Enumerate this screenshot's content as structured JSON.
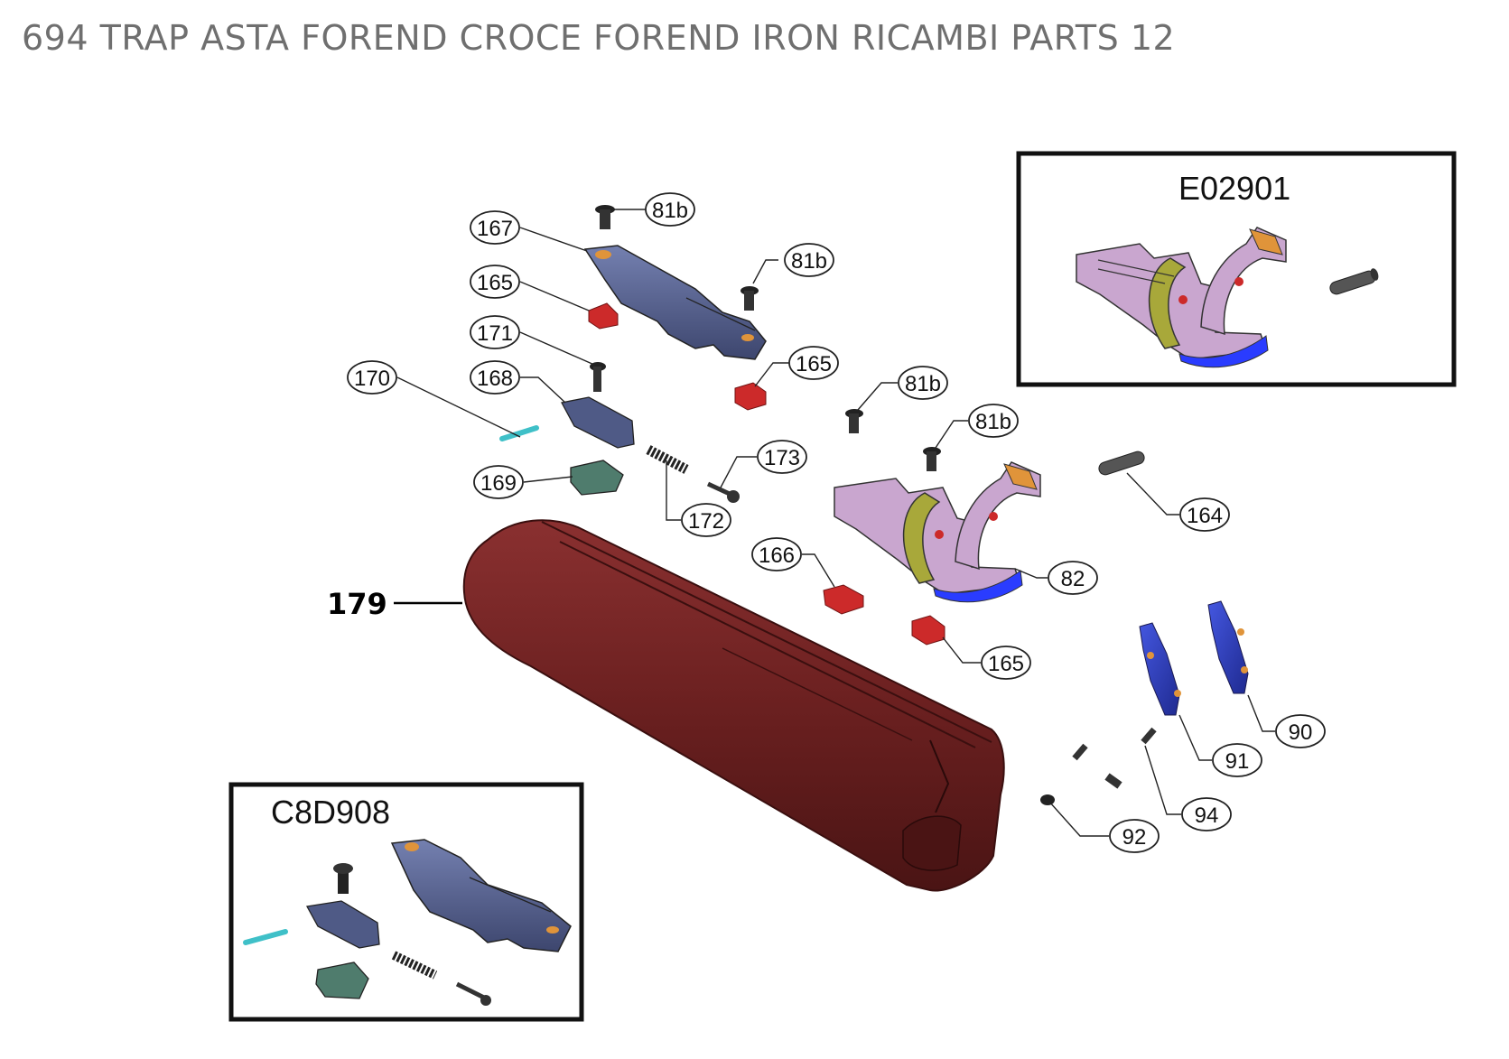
{
  "title": "694 TRAP ASTA FOREND CROCE FOREND IRON RICAMBI PARTS 12",
  "inset_top_right": {
    "label": "E02901"
  },
  "inset_bottom_left": {
    "label": "C8D908"
  },
  "callouts": {
    "c81b_a": "81b",
    "c167": "167",
    "c81b_b": "81b",
    "c165_a": "165",
    "c171": "171",
    "c165_b": "165",
    "c170": "170",
    "c168": "168",
    "c81b_c": "81b",
    "c81b_d": "81b",
    "c173": "173",
    "c169": "169",
    "c172": "172",
    "c164": "164",
    "c166": "166",
    "c82": "82",
    "c179": "179",
    "c165_c": "165",
    "c90": "90",
    "c91": "91",
    "c94": "94",
    "c92": "92"
  },
  "colors": {
    "forend_wood": "#6b2020",
    "iron_slate": "#4f5a86",
    "iron_lavender": "#c9a6cf",
    "iron_olive": "#a8a83a",
    "iron_blue": "#2a3cff",
    "nut_red": "#cc2a2a",
    "latch_green": "#4f7c6d",
    "pin_cyan": "#3fc0c8",
    "lever_blue": "#2f3fc0",
    "accent_orange": "#e0943a"
  }
}
